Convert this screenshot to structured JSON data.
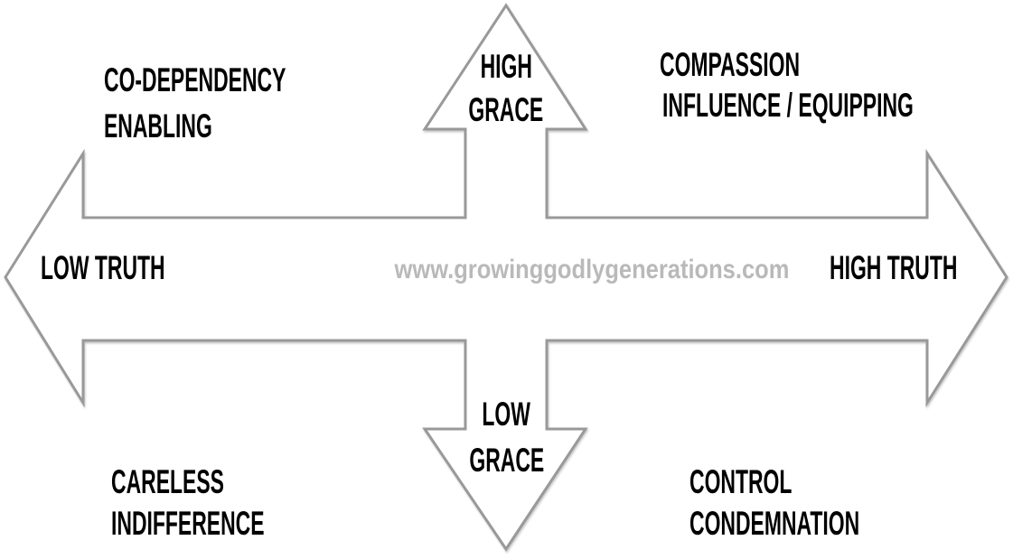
{
  "diagram": {
    "watermark": "www.growinggodlygenerations.com",
    "colors": {
      "background": "#ffffff",
      "arrow_outline": "#999999",
      "arrow_fill": "#ffffff",
      "label_text": "#000000",
      "watermark_text": "#b9b9b9"
    },
    "axes": {
      "up": {
        "line1": "HIGH",
        "line2": "GRACE"
      },
      "down": {
        "line1": "LOW",
        "line2": "GRACE"
      },
      "left": {
        "label": "LOW TRUTH"
      },
      "right": {
        "label": "HIGH TRUTH"
      }
    },
    "quadrants": {
      "top_left": {
        "line1": "CO-DEPENDENCY",
        "line2": "ENABLING"
      },
      "top_right": {
        "line1": "COMPASSION",
        "line2": "INFLUENCE / EQUIPPING"
      },
      "bottom_left": {
        "line1": "CARELESS",
        "line2": "INDIFFERENCE"
      },
      "bottom_right": {
        "line1": "CONTROL",
        "line2": "CONDEMNATION"
      }
    }
  }
}
